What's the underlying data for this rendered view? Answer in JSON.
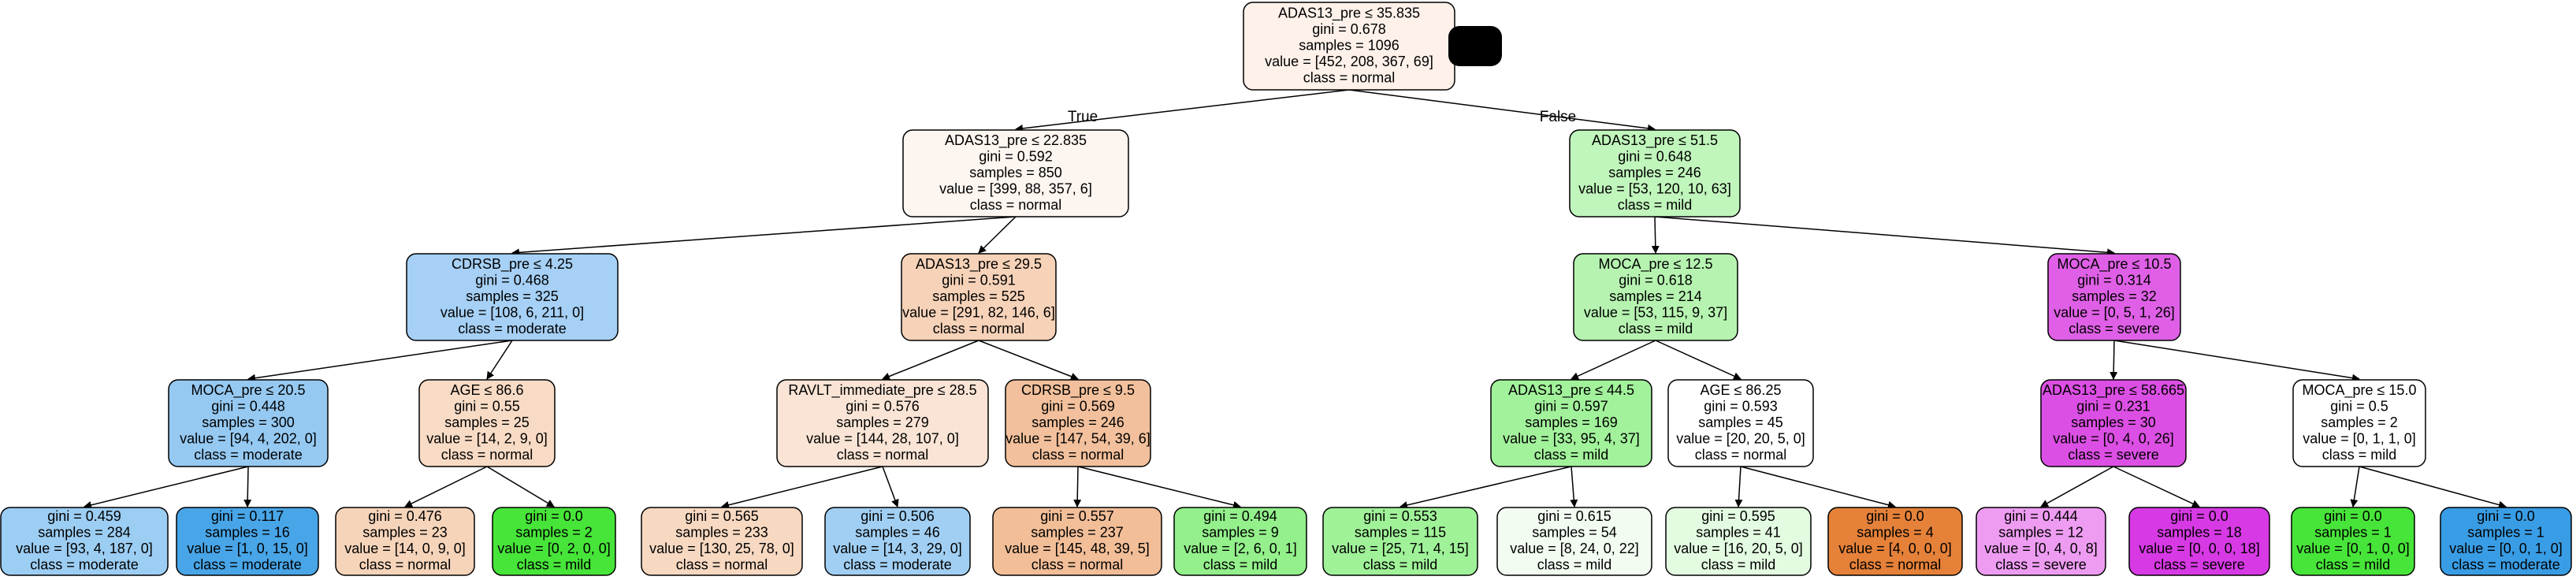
{
  "tree": {
    "edge_labels": {
      "left": "True",
      "right": "False"
    },
    "nodes": [
      {
        "id": "n0",
        "color": "#fdf1ea",
        "lines": [
          "ADAS13_pre ≤ 35.835",
          "gini = 0.678",
          "samples = 1096",
          "value = [452, 208, 367, 69]",
          "class = normal"
        ]
      },
      {
        "id": "n1",
        "color": "#fdf5f0",
        "lines": [
          "ADAS13_pre ≤ 22.835",
          "gini = 0.592",
          "samples = 850",
          "value = [399, 88, 357, 6]",
          "class = normal"
        ]
      },
      {
        "id": "n2",
        "color": "#c0f5bb",
        "lines": [
          "ADAS13_pre ≤ 51.5",
          "gini = 0.648",
          "samples = 246",
          "value = [53, 120, 10, 63]",
          "class = mild"
        ]
      },
      {
        "id": "n3",
        "color": "#a6d0f5",
        "lines": [
          "CDRSB_pre ≤ 4.25",
          "gini = 0.468",
          "samples = 325",
          "value = [108, 6, 211, 0]",
          "class = moderate"
        ]
      },
      {
        "id": "n4",
        "color": "#f6d2b8",
        "lines": [
          "ADAS13_pre ≤ 29.5",
          "gini = 0.591",
          "samples = 525",
          "value = [291, 82, 146, 6]",
          "class = normal"
        ]
      },
      {
        "id": "n5",
        "color": "#b6f3b0",
        "lines": [
          "MOCA_pre ≤ 12.5",
          "gini = 0.618",
          "samples = 214",
          "value = [53, 115, 9, 37]",
          "class = mild"
        ]
      },
      {
        "id": "n6",
        "color": "#df60e6",
        "lines": [
          "MOCA_pre ≤ 10.5",
          "gini = 0.314",
          "samples = 32",
          "value = [0, 5, 1, 26]",
          "class = severe"
        ]
      },
      {
        "id": "n7",
        "color": "#95c9f2",
        "lines": [
          "MOCA_pre ≤ 20.5",
          "gini = 0.448",
          "samples = 300",
          "value = [94, 4, 202, 0]",
          "class = moderate"
        ]
      },
      {
        "id": "n8",
        "color": "#f8dbc5",
        "lines": [
          "AGE ≤ 86.6",
          "gini = 0.55",
          "samples = 25",
          "value = [14, 2, 9, 0]",
          "class = normal"
        ]
      },
      {
        "id": "n9",
        "color": "#f9e4d5",
        "lines": [
          "RAVLT_immediate_pre ≤ 28.5",
          "gini = 0.576",
          "samples = 279",
          "value = [144, 28, 107, 0]",
          "class = normal"
        ]
      },
      {
        "id": "n10",
        "color": "#f2c09c",
        "lines": [
          "CDRSB_pre ≤ 9.5",
          "gini = 0.569",
          "samples = 246",
          "value = [147, 54, 39, 6]",
          "class = normal"
        ]
      },
      {
        "id": "n11",
        "color": "#a2f29b",
        "lines": [
          "ADAS13_pre ≤ 44.5",
          "gini = 0.597",
          "samples = 169",
          "value = [33, 95, 4, 37]",
          "class = mild"
        ]
      },
      {
        "id": "n12",
        "color": "#ffffff",
        "lines": [
          "AGE ≤ 86.25",
          "gini = 0.593",
          "samples = 45",
          "value = [20, 20, 5, 0]",
          "class = normal"
        ]
      },
      {
        "id": "n13",
        "color": "#dc4fe4",
        "lines": [
          "ADAS13_pre ≤ 58.665",
          "gini = 0.231",
          "samples = 30",
          "value = [0, 4, 0, 26]",
          "class = severe"
        ]
      },
      {
        "id": "n14",
        "color": "#ffffff",
        "lines": [
          "MOCA_pre ≤ 15.0",
          "gini = 0.5",
          "samples = 2",
          "value = [0, 1, 1, 0]",
          "class = mild"
        ]
      },
      {
        "id": "n15",
        "color": "#9ccdf3",
        "lines": [
          "gini = 0.459",
          "samples = 284",
          "value = [93, 4, 187, 0]",
          "class = moderate"
        ]
      },
      {
        "id": "n16",
        "color": "#48a5e7",
        "lines": [
          "gini = 0.117",
          "samples = 16",
          "value = [1, 0, 15, 0]",
          "class = moderate"
        ]
      },
      {
        "id": "n17",
        "color": "#f6d4ba",
        "lines": [
          "gini = 0.476",
          "samples = 23",
          "value = [14, 0, 9, 0]",
          "class = normal"
        ]
      },
      {
        "id": "n18",
        "color": "#47e539",
        "lines": [
          "gini = 0.0",
          "samples = 2",
          "value = [0, 2, 0, 0]",
          "class = mild"
        ]
      },
      {
        "id": "n19",
        "color": "#f7d8c1",
        "lines": [
          "gini = 0.565",
          "samples = 233",
          "value = [130, 25, 78, 0]",
          "class = normal"
        ]
      },
      {
        "id": "n20",
        "color": "#a1cff3",
        "lines": [
          "gini = 0.506",
          "samples = 46",
          "value = [14, 3, 29, 0]",
          "class = moderate"
        ]
      },
      {
        "id": "n21",
        "color": "#f2be98",
        "lines": [
          "gini = 0.557",
          "samples = 237",
          "value = [145, 48, 39, 5]",
          "class = normal"
        ]
      },
      {
        "id": "n22",
        "color": "#93f08b",
        "lines": [
          "gini = 0.494",
          "samples = 9",
          "value = [2, 6, 0, 1]",
          "class = mild"
        ]
      },
      {
        "id": "n23",
        "color": "#a0f299",
        "lines": [
          "gini = 0.553",
          "samples = 115",
          "value = [25, 71, 4, 15]",
          "class = mild"
        ]
      },
      {
        "id": "n24",
        "color": "#f2fcf1",
        "lines": [
          "gini = 0.615",
          "samples = 54",
          "value = [8, 24, 0, 22]",
          "class = mild"
        ]
      },
      {
        "id": "n25",
        "color": "#e3fbe1",
        "lines": [
          "gini = 0.595",
          "samples = 41",
          "value = [16, 20, 5, 0]",
          "class = mild"
        ]
      },
      {
        "id": "n26",
        "color": "#e58139",
        "lines": [
          "gini = 0.0",
          "samples = 4",
          "value = [4, 0, 0, 0]",
          "class = normal"
        ]
      },
      {
        "id": "n27",
        "color": "#ee9cf2",
        "lines": [
          "gini = 0.444",
          "samples = 12",
          "value = [0, 4, 0, 8]",
          "class = severe"
        ]
      },
      {
        "id": "n28",
        "color": "#d739e5",
        "lines": [
          "gini = 0.0",
          "samples = 18",
          "value = [0, 0, 0, 18]",
          "class = severe"
        ]
      },
      {
        "id": "n29",
        "color": "#47e539",
        "lines": [
          "gini = 0.0",
          "samples = 1",
          "value = [0, 1, 0, 0]",
          "class = mild"
        ]
      },
      {
        "id": "n30",
        "color": "#399de5",
        "lines": [
          "gini = 0.0",
          "samples = 1",
          "value = [0, 0, 1, 0]",
          "class = moderate"
        ]
      }
    ],
    "edges": [
      [
        "n0",
        "n1"
      ],
      [
        "n0",
        "n2"
      ],
      [
        "n1",
        "n3"
      ],
      [
        "n1",
        "n4"
      ],
      [
        "n2",
        "n5"
      ],
      [
        "n2",
        "n6"
      ],
      [
        "n3",
        "n7"
      ],
      [
        "n3",
        "n8"
      ],
      [
        "n4",
        "n9"
      ],
      [
        "n4",
        "n10"
      ],
      [
        "n5",
        "n11"
      ],
      [
        "n5",
        "n12"
      ],
      [
        "n6",
        "n13"
      ],
      [
        "n6",
        "n14"
      ],
      [
        "n7",
        "n15"
      ],
      [
        "n7",
        "n16"
      ],
      [
        "n8",
        "n17"
      ],
      [
        "n8",
        "n18"
      ],
      [
        "n9",
        "n19"
      ],
      [
        "n9",
        "n20"
      ],
      [
        "n10",
        "n21"
      ],
      [
        "n10",
        "n22"
      ],
      [
        "n11",
        "n23"
      ],
      [
        "n11",
        "n24"
      ],
      [
        "n12",
        "n25"
      ],
      [
        "n12",
        "n26"
      ],
      [
        "n13",
        "n27"
      ],
      [
        "n13",
        "n28"
      ],
      [
        "n14",
        "n29"
      ],
      [
        "n14",
        "n30"
      ]
    ]
  }
}
